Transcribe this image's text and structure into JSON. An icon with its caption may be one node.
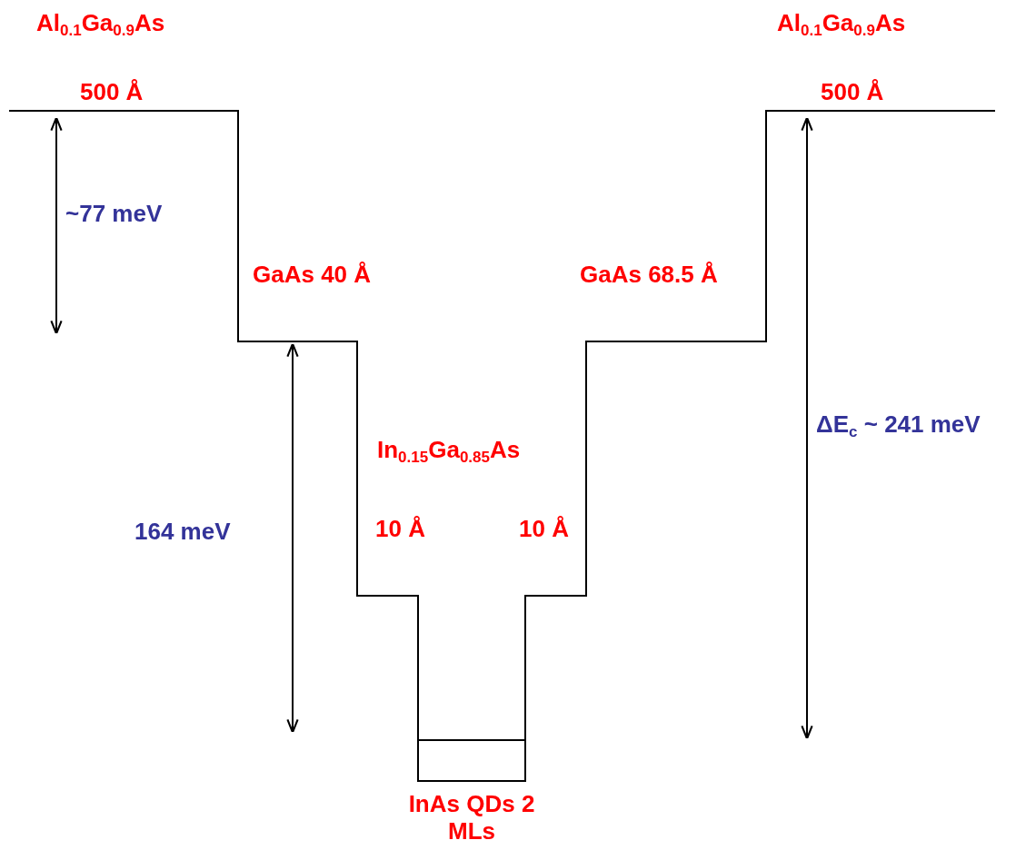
{
  "diagram": {
    "labels": [
      "Al$_{0.1}$Ga$_{0.9}$As",
      "Al$_{0.1}$Ga$_{0.9}$As",
      "500 Å",
      "500 Å",
      "~77 meV",
      "GaAs 40 Å",
      "GaAs 68.5 Å",
      "In$_{0.15}$Ga$_{0.85}$As",
      "ΔE$_{c}$ ~ 241 meV",
      "164 meV",
      "10 Å",
      "10 Å",
      "InAs QDs 2 MLs"
    ]
  }
}
